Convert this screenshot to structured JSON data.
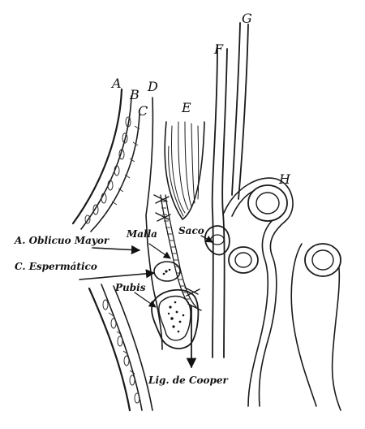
{
  "figure": {
    "letters": {
      "a": "A",
      "b": "B",
      "c": "C",
      "d": "D",
      "e": "E",
      "f": "F",
      "g": "G",
      "h": "H"
    },
    "labels": {
      "oblicuo_mayor": "A. Oblicuo Mayor",
      "malla": "Malla",
      "saco": "Saco",
      "espermatico": "C. Espermático",
      "pubis": "Pubis",
      "cooper": "Lig. de Cooper"
    },
    "colors": {
      "ink": "#1a1a1a",
      "paper": "#ffffff"
    }
  }
}
